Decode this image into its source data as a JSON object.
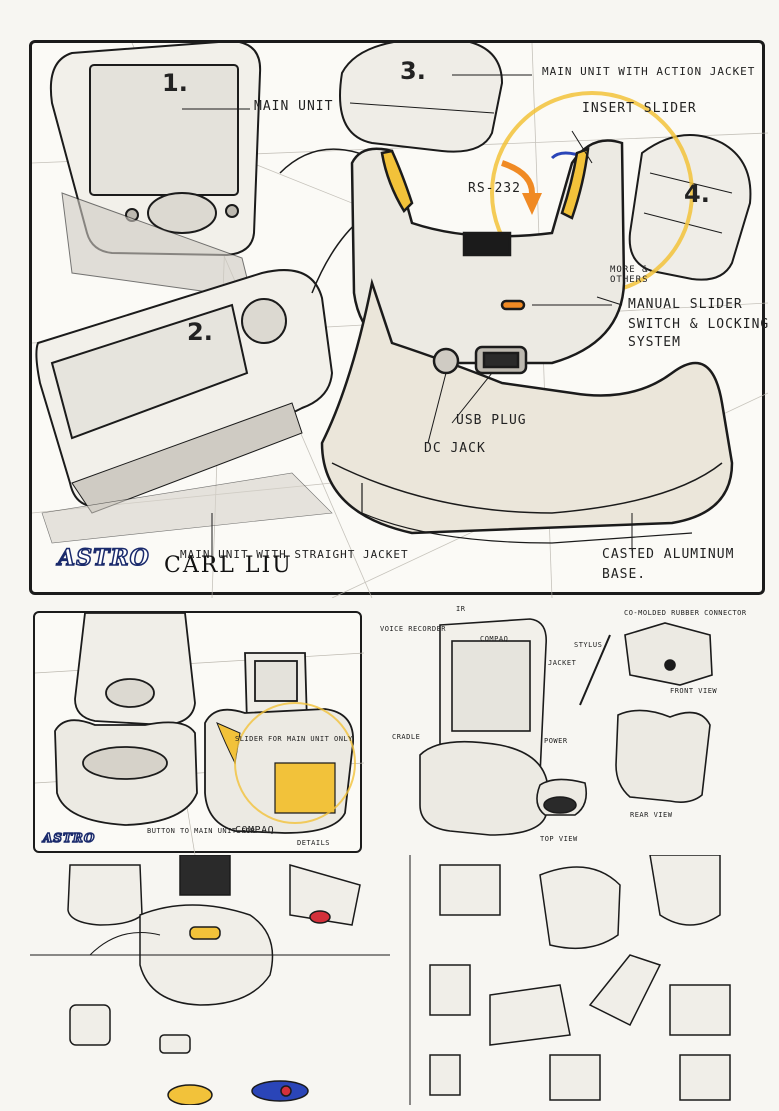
{
  "main_sketch": {
    "callouts": {
      "main_unit": "MAIN UNIT",
      "action_jacket": "MAIN UNIT WITH ACTION JACKET",
      "insert_slider": "INSERT SLIDER",
      "rs232": "RS-232",
      "more_others": "MORE & OTHERS",
      "manual_slider_1": "MANUAL SLIDER",
      "manual_slider_2": "SWITCH & LOCKING",
      "manual_slider_3": "SYSTEM",
      "usb_plug": "USB PLUG",
      "dc_jack": "DC JACK",
      "straight_jacket": "MAIN UNIT WITH STRAIGHT JACKET",
      "casted_1": "CASTED ALUMINUM",
      "casted_2": "BASE."
    },
    "numbers": [
      "1.",
      "2.",
      "3.",
      "4."
    ],
    "logo": "ASTRO",
    "signature": "CARL LIU"
  },
  "bottom_left": {
    "logo": "ASTRO",
    "brand": "COMPAQ",
    "notes": [
      "SLIDER FOR MAIN UNIT ONLY",
      "BUTTON TO MAIN UNIT FOR",
      "DETAILS"
    ]
  },
  "bottom_right": {
    "labels": [
      "VOICE RECORDER",
      "JACKET",
      "STYLUS",
      "IR",
      "POWER",
      "CRADLE",
      "FRONT VIEW",
      "REAR VIEW",
      "TOP VIEW",
      "CO-MOLDED RUBBER CONNECTOR"
    ],
    "brand": "COMPAQ"
  },
  "colors": {
    "ink": "#1b1b1b",
    "accent_yellow": "#f2c23a",
    "accent_orange": "#f08a24",
    "accent_red": "#d3303a",
    "accent_blue": "#2a45b8",
    "shade": "#cfcbc3"
  },
  "icon": "pencil-sketch"
}
